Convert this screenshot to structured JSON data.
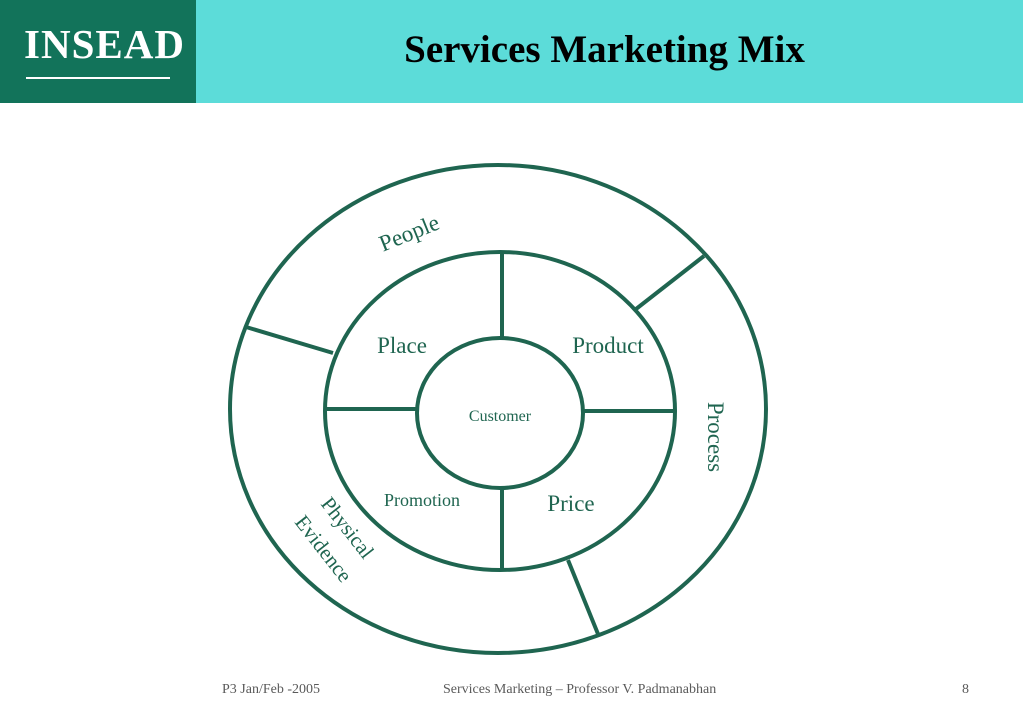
{
  "header": {
    "logo": "INSEAD",
    "title": "Services Marketing Mix",
    "colors": {
      "banner": "#5cdcd9",
      "logo_bg": "#12735a"
    }
  },
  "diagram": {
    "center": "Customer",
    "inner_ring": [
      "Place",
      "Product",
      "Promotion",
      "Price"
    ],
    "outer_ring": {
      "people": "People",
      "process": "Process",
      "physical_evidence_line1": "Physical",
      "physical_evidence_line2": "Evidence"
    },
    "stroke_color": "#1f6550"
  },
  "footer": {
    "left": "P3 Jan/Feb -2005",
    "center": "Services Marketing – Professor V. Padmanabhan",
    "page": "8"
  }
}
